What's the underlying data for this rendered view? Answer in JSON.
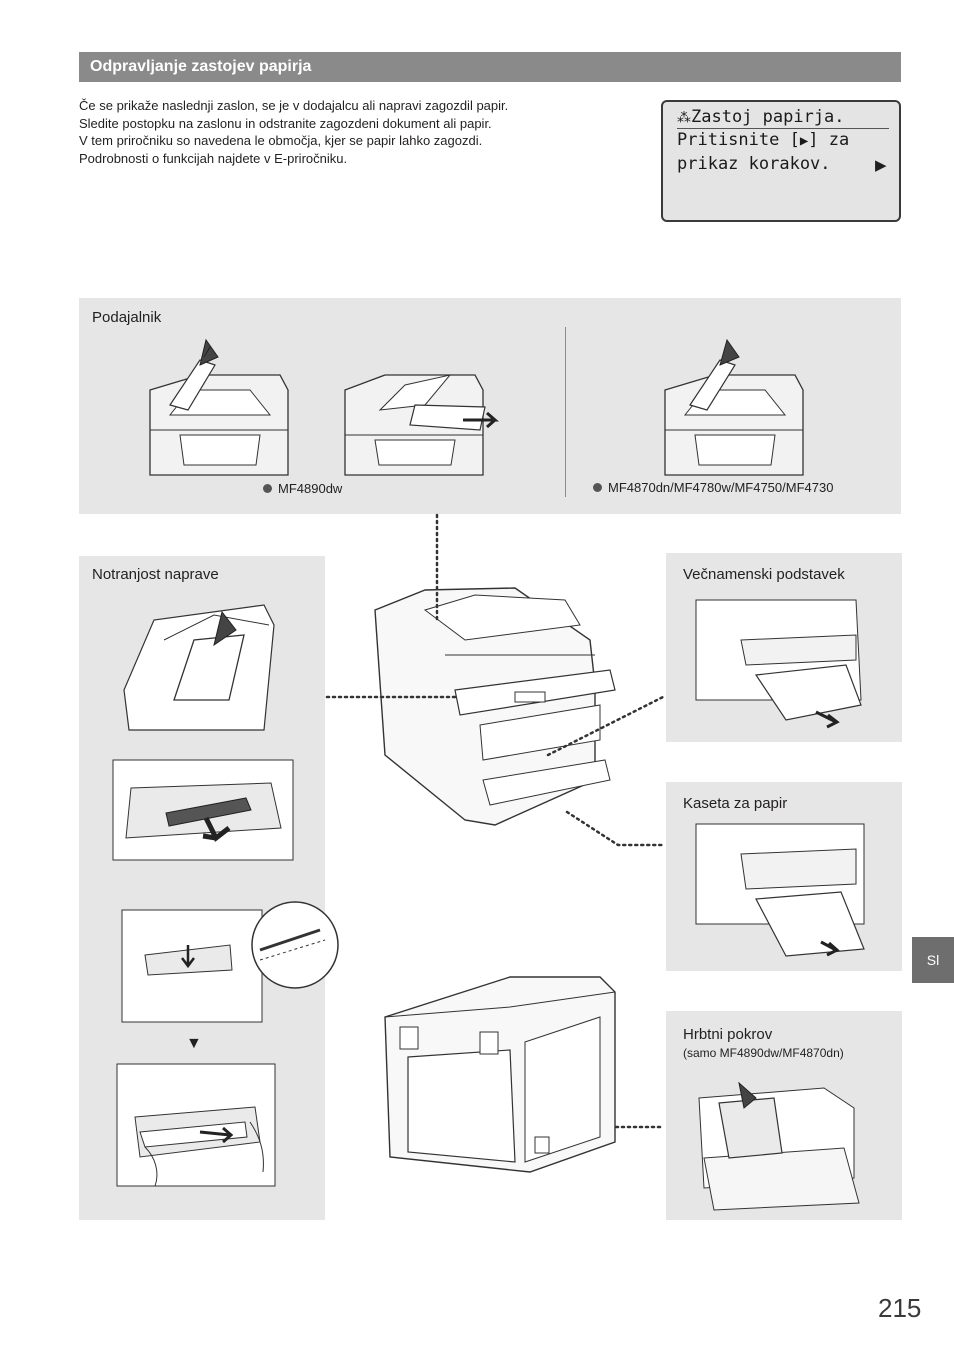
{
  "header": {
    "title": "Odpravljanje zastojev papirja"
  },
  "intro": {
    "lines": [
      "Če se prikaže naslednji zaslon, se je v dodajalcu ali napravi zagozdil papir.",
      "Sledite postopku na zaslonu in odstranite zagozdeni dokument ali papir.",
      "V tem priročniku so navedena le območja, kjer se papir lahko zagozdi.",
      "Podrobnosti o funkcijah najdete v E-priročniku."
    ]
  },
  "lcd": {
    "line1": "Zastoj papirja.",
    "line2_prefix": "Pritisnite [",
    "line2_suffix": "] za",
    "line3": "prikaz korakov.",
    "icon": "paper-jam-icon"
  },
  "feeder": {
    "title": "Podajalnik",
    "caption_left": "MF4890dw",
    "caption_right": "MF4870dn/MF4780w/MF4750/MF4730"
  },
  "inside": {
    "title": "Notranjost naprave"
  },
  "multipurpose": {
    "title": "Večnamenski podstavek"
  },
  "cassette": {
    "title": "Kaseta za papir"
  },
  "back_cover": {
    "title": "Hrbtni pokrov",
    "subtitle": "(samo MF4890dw/MF4870dn)"
  },
  "side_tab": {
    "label": "Sl"
  },
  "page_number": "215",
  "colors": {
    "header_bar": "#8a8a8a",
    "panel_bg": "#e6e6e6",
    "side_tab": "#6e6e6e"
  }
}
